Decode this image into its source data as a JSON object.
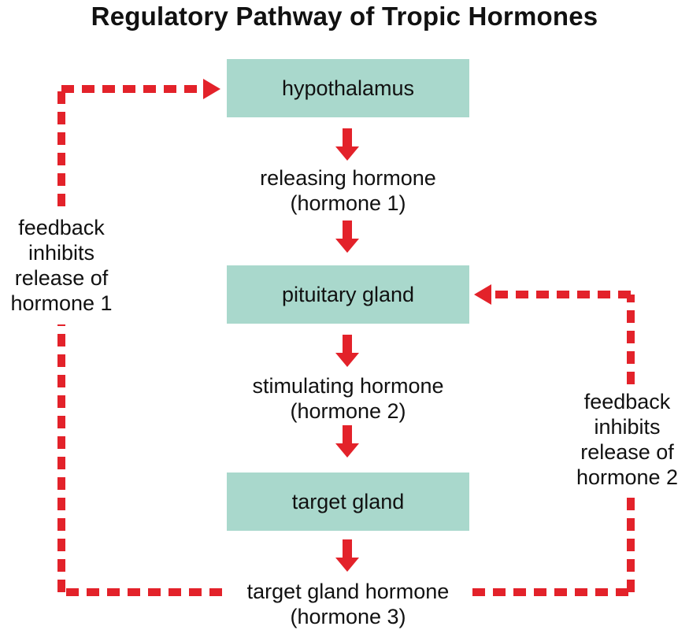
{
  "title": "Regulatory Pathway of Tropic Hormones",
  "nodes": {
    "hypothalamus": "hypothalamus",
    "pituitary": "pituitary gland",
    "target": "target gland"
  },
  "hormones": {
    "h1": [
      "releasing hormone",
      "(hormone 1)"
    ],
    "h2": [
      "stimulating hormone",
      "(hormone 2)"
    ],
    "h3": [
      "target gland hormone",
      "(hormone 3)"
    ]
  },
  "feedback": {
    "left": [
      "feedback",
      "inhibits",
      "release of",
      "hormone 1"
    ],
    "right": [
      "feedback",
      "inhibits",
      "release of",
      "hormone 2"
    ]
  },
  "colors": {
    "box_fill": "#a9d8cc",
    "arrow": "#e3222a"
  }
}
